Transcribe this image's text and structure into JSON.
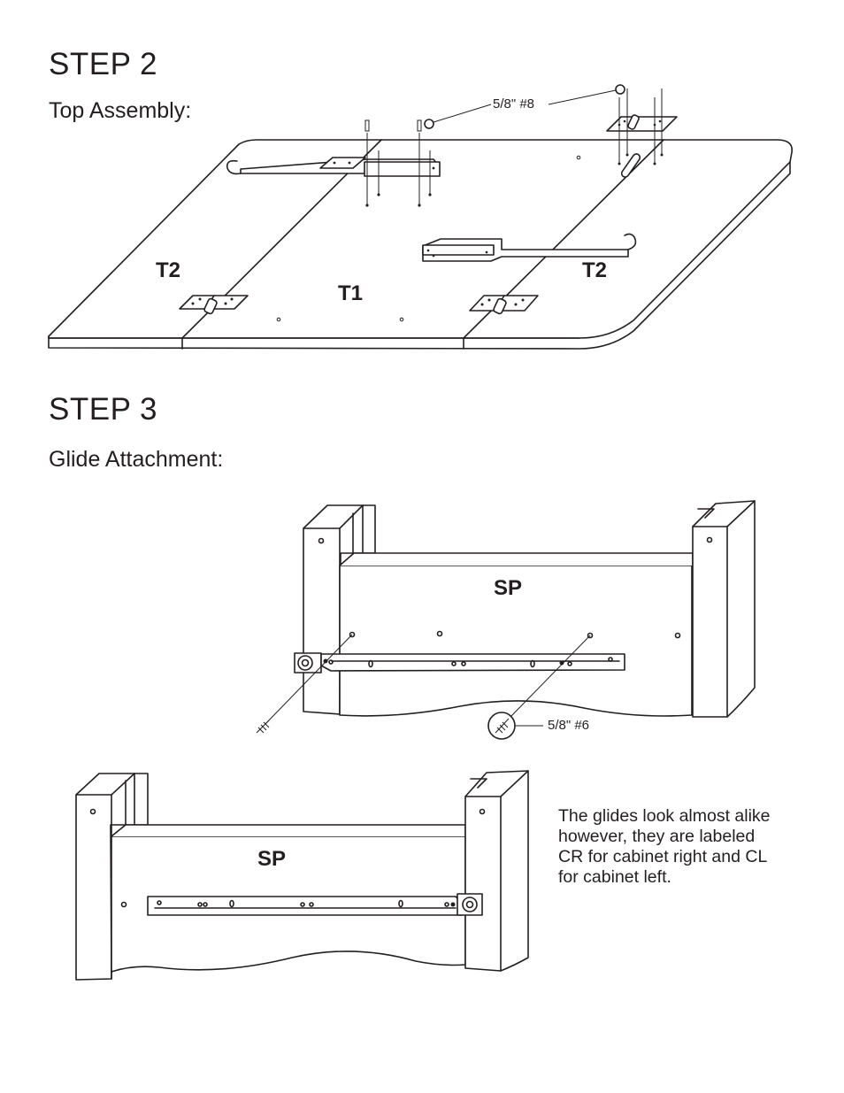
{
  "step2": {
    "title": "STEP 2",
    "subtitle": "Top Assembly:"
  },
  "step3": {
    "title": "STEP 3",
    "subtitle": "Glide Attachment:"
  },
  "labels": {
    "t2_left": "T2",
    "t1": "T1",
    "t2_right": "T2",
    "sp_top": "SP",
    "sp_bottom": "SP"
  },
  "callouts": {
    "screw_top": "5/8\" #8",
    "screw_glide": "5/8\" #6"
  },
  "note": "The glides look almost alike however, they are labeled CR for cabinet right and CL for cabinet left.",
  "colors": {
    "ink": "#231f20",
    "paper": "#ffffff"
  }
}
